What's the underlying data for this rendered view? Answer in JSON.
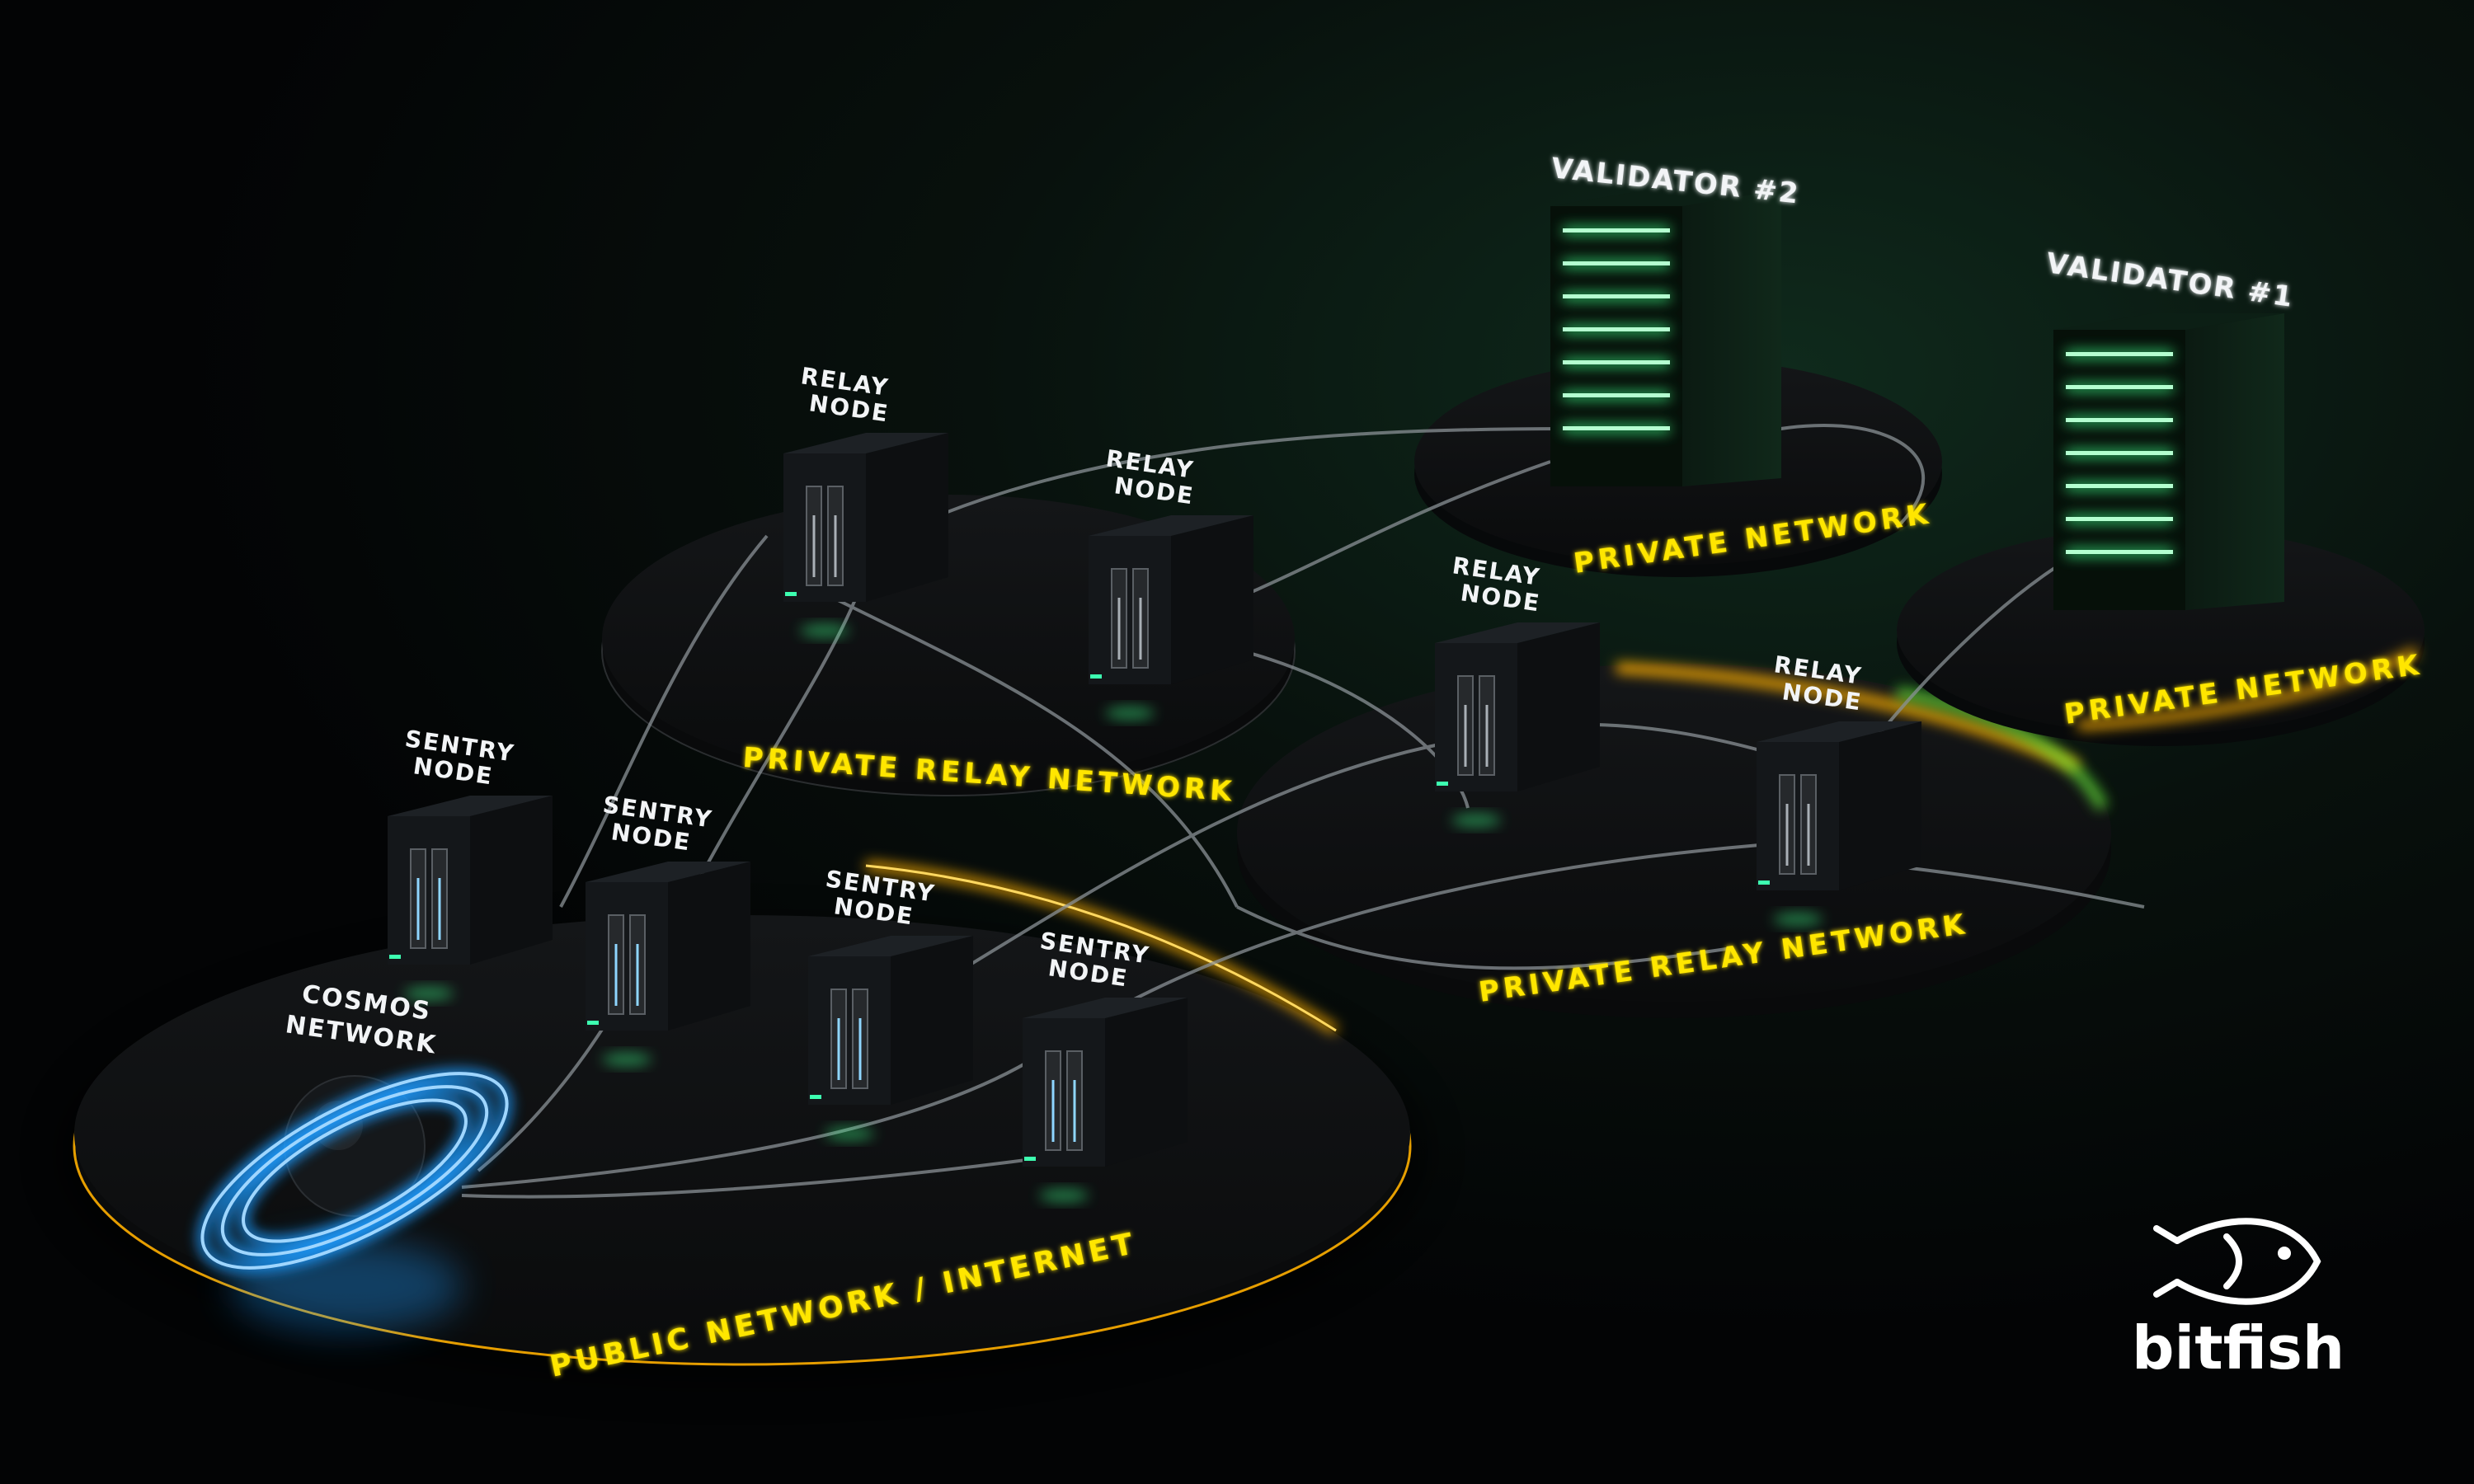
{
  "validators": [
    {
      "title": "VALIDATOR #2"
    },
    {
      "title": "VALIDATOR #1"
    }
  ],
  "relay_nodes": [
    {
      "line1": "RELAY",
      "line2": "NODE"
    },
    {
      "line1": "RELAY",
      "line2": "NODE"
    },
    {
      "line1": "RELAY",
      "line2": "NODE"
    },
    {
      "line1": "RELAY",
      "line2": "NODE"
    }
  ],
  "sentry_nodes": [
    {
      "line1": "SENTRY",
      "line2": "NODE"
    },
    {
      "line1": "SENTRY",
      "line2": "NODE"
    },
    {
      "line1": "SENTRY",
      "line2": "NODE"
    },
    {
      "line1": "SENTRY",
      "line2": "NODE"
    }
  ],
  "cosmos": {
    "line1": "COSMOS",
    "line2": "NETWORK"
  },
  "networks": {
    "private_network_a": "PRIVATE NETWORK",
    "private_network_b": "PRIVATE NETWORK",
    "private_relay_a": "PRIVATE RELAY NETWORK",
    "private_relay_b": "PRIVATE RELAY NETWORK",
    "public": "PUBLIC NETWORK / INTERNET"
  },
  "brand": {
    "name": "bitfish",
    "icon": "fish-icon"
  },
  "colors": {
    "background": "#05070a",
    "validator_glow": "#3dff8a",
    "platform_glow_orange": "#ffb000",
    "label_yellow": "#ffe600",
    "cosmos_blue": "#1e9bff",
    "platform_glow_green": "#6cff3a"
  }
}
